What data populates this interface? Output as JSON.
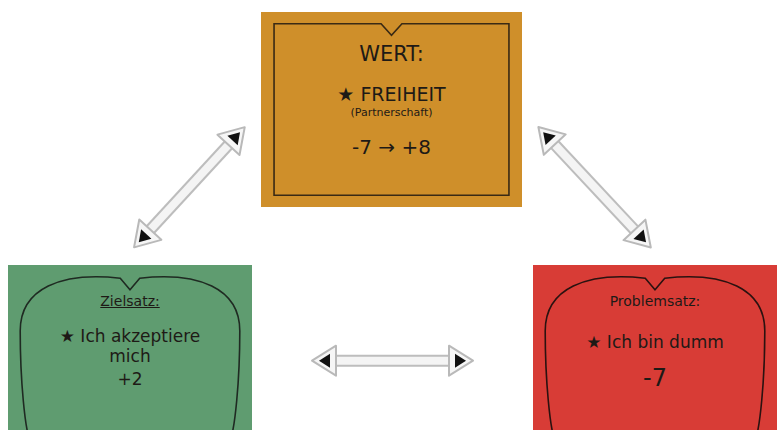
{
  "diagram": {
    "nodes": [
      {
        "text": [
          "WERT:",
          "★ FREIHEIT",
          "(Partnerschaft)",
          "-7 → +8"
        ]
      },
      {
        "text": [
          "Zielsatz:",
          "★ Ich akzeptiere mich",
          "+2"
        ]
      },
      {
        "text": [
          "Problemsatz:",
          "★ Ich bin dumm",
          "-7"
        ]
      }
    ],
    "edges": [
      {
        "from": 0,
        "to": 1,
        "arrow": "both"
      },
      {
        "from": 0,
        "to": 2,
        "arrow": "both"
      },
      {
        "from": 1,
        "to": 2,
        "arrow": "both"
      }
    ]
  }
}
